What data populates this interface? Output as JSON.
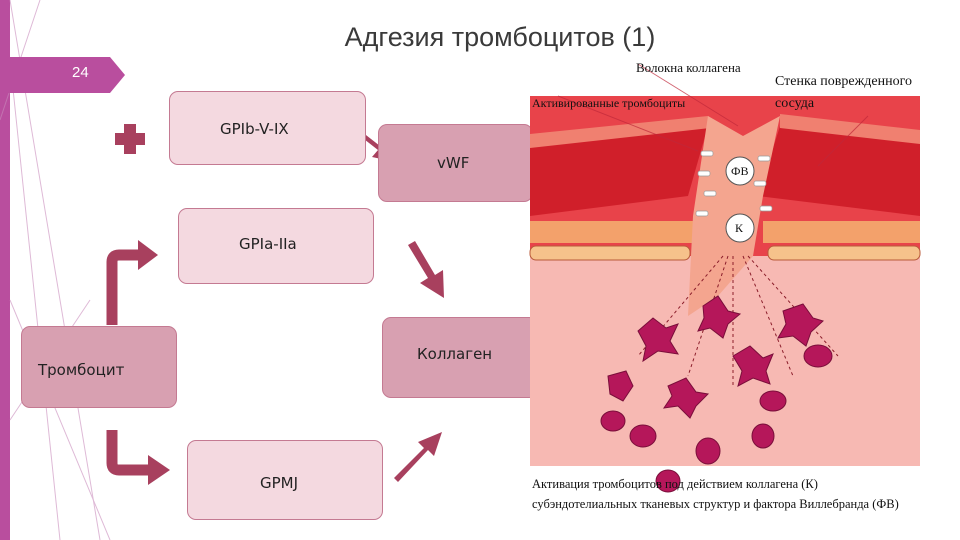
{
  "slide": {
    "title": "Адгезия тромбоцитов (1)",
    "number": "24"
  },
  "diagram": {
    "plus_symbol": "plus-icon",
    "nodes": {
      "gpib": "GPIb-V-IX",
      "vwf": "vWF",
      "gpia": "GPIa-IIa",
      "platelet": "Тромбоцит",
      "collagen": "Коллаген",
      "gpmj": "GPMJ"
    },
    "colors": {
      "box_light": "#f4d9e0",
      "box_dark": "#d8a0b1",
      "arrow": "#a8405e",
      "accent": "#b94e9e"
    }
  },
  "figure": {
    "labels": {
      "collagen_fibers": "Волокна коллагена",
      "damaged_wall_line1": "Стенка поврежденного",
      "damaged_wall_line2": "сосуда",
      "activated_platelets": "Активированные тромбоциты",
      "fv": "ФВ",
      "k": "К"
    },
    "caption_line1": "Активация тромбоцитов под действием коллагена (К)",
    "caption_line2": "субэндотелиальных тканевых структур и фактора Виллебранда (ФВ)"
  }
}
